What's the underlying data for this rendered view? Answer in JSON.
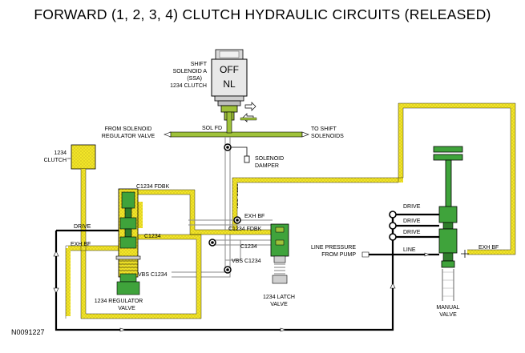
{
  "title": "FORWARD (1, 2, 3, 4) CLUTCH HYDRAULIC CIRCUITS (RELEASED)",
  "figure_id": "N0091227",
  "solenoid": {
    "label_lines": [
      "SHIFT",
      "SOLENOID A",
      "(SSA)",
      "1234 CLUTCH"
    ],
    "state_off": "OFF",
    "state_nl": "NL"
  },
  "labels": {
    "from_solenoid_1": "FROM SOLENOID",
    "from_solenoid_2": "REGULATOR VALVE",
    "sol_fd": "SOL FD",
    "to_shift_1": "TO SHIFT",
    "to_shift_2": "SOLENOIDS",
    "damper_1": "SOLENOID",
    "damper_2": "DAMPER",
    "clutch_1": "1234",
    "clutch_2": "CLUTCH",
    "c1234_fdbk_top": "C1234 FDBK",
    "vbs_c1234_vertical": "VBS C1234",
    "exh_bf_mid": "EXH BF",
    "c1234_fdbk_mid": "C1234 FDBK",
    "drive_left": "DRIVE",
    "c1234_left": "C1234",
    "exh_bf_left": "EXH BF",
    "c1234_mid": "C1234",
    "vbs_c1234_mid": "VBS C1234",
    "vbs_c1234_low": "VBS C1234",
    "reg_valve_1": "1234 REGULATOR",
    "reg_valve_2": "VALVE",
    "latch_1": "1234 LATCH",
    "latch_2": "VALVE",
    "drive_1": "DRIVE",
    "drive_2": "DRIVE",
    "drive_3": "DRIVE",
    "line_pressure_1": "LINE PRESSURE",
    "line_pressure_2": "FROM PUMP",
    "line": "LINE",
    "exh_bf_right": "EXH BF",
    "manual_1": "MANUAL",
    "manual_2": "VALVE"
  },
  "colors": {
    "apply_yellow": "#f2e528",
    "exhaust_outline": "#8a8a8a",
    "solenoid_green": "#9fc23a",
    "valve_green": "#3fa33b",
    "valve_dark": "#2e7d2b",
    "line_black": "#000000"
  }
}
